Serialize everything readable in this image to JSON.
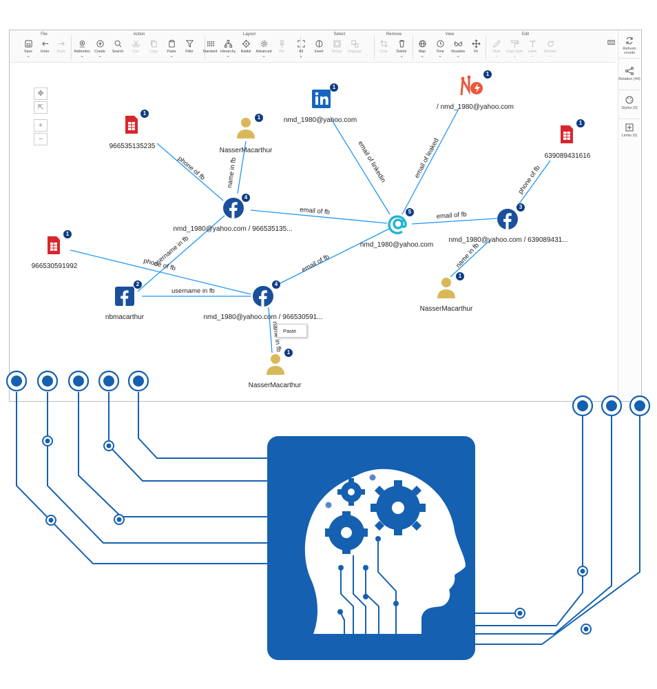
{
  "toolbar": {
    "groups": {
      "file": "File",
      "action": "Action",
      "layout": "Layout",
      "select": "Select",
      "remove": "Remove",
      "view": "View",
      "edit": "Edit"
    },
    "buttons": {
      "save": "Save",
      "undo": "Undo",
      "redo": "Redo",
      "addnodes": "Addnodes",
      "create": "Create",
      "search": "Search",
      "cut": "Cut",
      "copy": "Copy",
      "paste": "Paste",
      "filter": "Filter",
      "standard": "Standard",
      "hierarchy": "Hierarchy",
      "radial": "Radial",
      "advanced": "Advanced",
      "pin": "Pin",
      "all": "All",
      "invert": "Invert",
      "group": "Group",
      "ungroup": "Ungroup",
      "crop": "Crop",
      "delete": "Delete",
      "map": "Map",
      "time": "Time",
      "visualize": "Visualize",
      "fit": "Fit",
      "style": "Style",
      "copy_style": "Copy style",
      "label": "Label",
      "restore": "Restore"
    }
  },
  "right_panel": {
    "refresh": "Refresh counts",
    "relations": "Relation (44)",
    "styles": "Styles (0)",
    "limits": "Limits (0)"
  },
  "graph": {
    "nodes": {
      "phone1": {
        "label": "966535135235",
        "badge": "1",
        "icon": "sim-card-icon"
      },
      "person1": {
        "label": "NasserMacarthur",
        "badge": "1",
        "icon": "person-icon"
      },
      "linkedin": {
        "label": "nmd_1980@yahoo.com",
        "badge": "1",
        "icon": "linkedin-icon"
      },
      "leak": {
        "label": "/ nmd_1980@yahoo.com",
        "badge": "1",
        "icon": "leak-icon"
      },
      "phone2": {
        "label": "639089431616",
        "badge": "1",
        "icon": "sim-card-icon"
      },
      "fb1": {
        "label": "nmd_1980@yahoo.com / 966535135...",
        "badge": "4",
        "icon": "facebook-icon"
      },
      "email": {
        "label": "nmd_1980@yahoo.com",
        "badge": "5",
        "icon": "at-sign-icon"
      },
      "fb2": {
        "label": "nmd_1980@yahoo.com / 639089431...",
        "badge": "3",
        "icon": "facebook-icon"
      },
      "phone3": {
        "label": "966530591992",
        "badge": "1",
        "icon": "sim-card-icon"
      },
      "fbuser": {
        "label": "nbmacarthur",
        "badge": "2",
        "icon": "facebook-icon"
      },
      "fb3": {
        "label": "nmd_1980@yahoo.com / 966530591...",
        "badge": "4",
        "icon": "facebook-icon"
      },
      "person2": {
        "label": "NasserMacarthur",
        "badge": "1",
        "icon": "person-icon"
      },
      "person3": {
        "label": "NasserMacarthur",
        "badge": "1",
        "icon": "person-icon"
      }
    },
    "edges": {
      "phone_of_fb": "phone of fb",
      "name_in_fb": "name in fb",
      "email_of_fb": "email of fb",
      "email_of_linkedin": "email of linkedin",
      "email_of_leaked": "email of leaked",
      "username_in_fb": "username in fb"
    }
  },
  "context_menu": {
    "paste": "Paste"
  },
  "colors": {
    "accent": "#1560b0",
    "facebook": "#1a4f9c",
    "email": "#25b6cf",
    "sim": "#d9262c",
    "person": "#d9b85a",
    "edge": "#2196f3",
    "badge": "#0f3b82"
  }
}
